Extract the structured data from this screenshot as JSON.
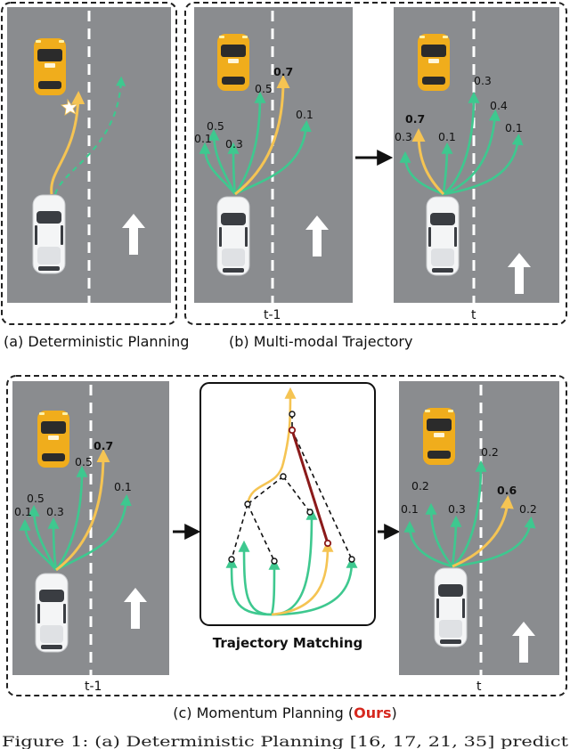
{
  "panels": {
    "a": {
      "caption": "(a) Deterministic Planning"
    },
    "b": {
      "caption": "(b) Multi-modal Trajectory",
      "time_left": "t-1",
      "time_right": "t",
      "left_probs": [
        "0.7",
        "0.5",
        "0.5",
        "0.1",
        "0.3",
        "0.1"
      ],
      "right_probs": [
        "0.3",
        "0.7",
        "0.4",
        "0.3",
        "0.1",
        "0.1"
      ]
    },
    "c": {
      "caption_prefix": "(c) Momentum Planning (",
      "caption_ours": "Ours",
      "caption_suffix": ")",
      "time_left": "t-1",
      "time_right": "t",
      "matching_title": "Trajectory Matching",
      "left_probs": [
        "0.7",
        "0.5",
        "0.5",
        "0.1",
        "0.3",
        "0.1"
      ],
      "right_probs": [
        "0.2",
        "0.2",
        "0.6",
        "0.1",
        "0.3",
        "0.2"
      ]
    }
  },
  "bottom_text": "Figure 1: (a) Deterministic Planning [16, 17, 21, 35] predict",
  "colors": {
    "road": "#8a8c8f",
    "green": "#3ec88f",
    "yellow": "#f5c453",
    "red": "#8b1a1a",
    "taxi": "#f0ad1c",
    "ours": "#d6281e"
  }
}
